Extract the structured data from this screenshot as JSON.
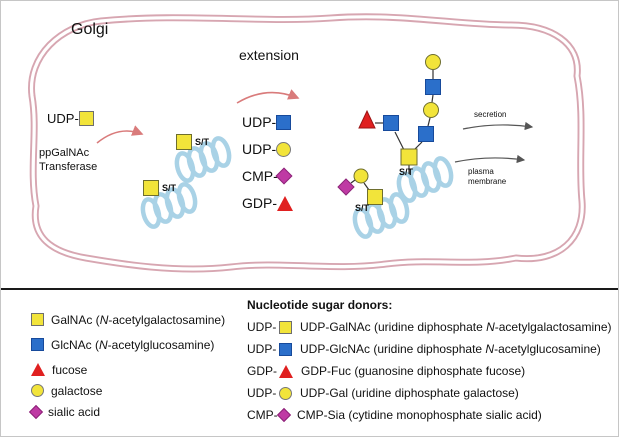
{
  "golgi": {
    "title": "Golgi",
    "extension_label": "extension",
    "left_donor": {
      "prefix": "UDP-",
      "sugar": "GalNAc"
    },
    "enzyme_line1": "ppGalNAc",
    "enzyme_line2": "Transferase",
    "donors": [
      {
        "prefix": "UDP-",
        "sugar": "GlcNAc"
      },
      {
        "prefix": "UDP-",
        "sugar": "galactose"
      },
      {
        "prefix": "CMP-",
        "sugar": "sialic acid"
      },
      {
        "prefix": "GDP-",
        "sugar": "fucose"
      }
    ],
    "st_labels": [
      "S/T",
      "S/T",
      "S/T",
      "S/T"
    ],
    "secretion_label": "secretion",
    "plasma_line1": "plasma",
    "plasma_line2": "membrane"
  },
  "legend": {
    "items": [
      {
        "shape": "galnac-square",
        "pre": "GalNAc (",
        "it": "N",
        "post": "-acetylgalactosamine)"
      },
      {
        "shape": "glcnac-square",
        "pre": "GlcNAc (",
        "it": "N",
        "post": "-acetylglucosamine)"
      },
      {
        "shape": "fucose-triangle",
        "pre": "fucose",
        "it": "",
        "post": ""
      },
      {
        "shape": "galactose-circle",
        "pre": "galactose",
        "it": "",
        "post": ""
      },
      {
        "shape": "sialic-diamond",
        "pre": "sialic acid",
        "it": "",
        "post": ""
      }
    ]
  },
  "donor_legend": {
    "title": "Nucleotide sugar donors:",
    "items": [
      {
        "prefix": "UDP-",
        "shape": "galnac-square",
        "pre": "UDP-GalNAc (uridine diphosphate ",
        "it": "N",
        "post": "-acetylgalactosamine)"
      },
      {
        "prefix": "UDP-",
        "shape": "glcnac-square",
        "pre": "UDP-GlcNAc (uridine diphosphate ",
        "it": "N",
        "post": "-acetylglucosamine)"
      },
      {
        "prefix": "GDP-",
        "shape": "fucose-triangle",
        "pre": "GDP-Fuc (guanosine diphosphate fucose)",
        "it": "",
        "post": ""
      },
      {
        "prefix": "UDP-",
        "shape": "galactose-circle",
        "pre": "UDP-Gal (uridine diphosphate galactose)",
        "it": "",
        "post": ""
      },
      {
        "prefix": "CMP-",
        "shape": "sialic-diamond",
        "pre": "CMP-Sia (cytidine monophosphate sialic acid)",
        "it": "",
        "post": ""
      }
    ]
  },
  "colors": {
    "galnac_yellow": "#f2e43a",
    "glcnac_blue": "#2b6fca",
    "fucose_red": "#e02020",
    "sialic_magenta": "#bf3aa4",
    "membrane_pink": "#d7a6b1",
    "coil_blue": "#a9d2e6",
    "arrow_pink": "#d97b7b",
    "text_dark": "#1a1a1a"
  }
}
